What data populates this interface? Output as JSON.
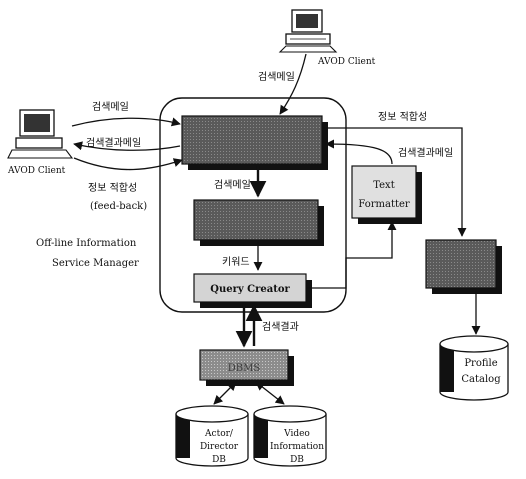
{
  "nodes": {
    "client_top": "AVOD Client",
    "client_left": "AVOD Client",
    "osm_label_line1": "Off-line Information",
    "osm_label_line2": "Service Manager",
    "text_formatter_line1": "Text",
    "text_formatter_line2": "Formatter",
    "query_creator": "Query Creator",
    "dbms": "DBMS",
    "profile_catalog_line1": "Profile",
    "profile_catalog_line2": "Catalog",
    "actor_db_line1": "Actor/",
    "actor_db_line2": "Director",
    "actor_db_line3": "DB",
    "video_db_line1": "Video",
    "video_db_line2": "Information",
    "video_db_line3": "DB"
  },
  "edges": {
    "search_mail_top": "검색메일",
    "search_mail_left": "검색메일",
    "search_result_mail_left": "검색결과메일",
    "feedback_line1": "정보 적합성",
    "feedback_line2": "(feed-back)",
    "search_mail_down": "검색메일",
    "keyword": "키워드",
    "search_result": "검색결과",
    "search_result_mail_right": "검색결과메일",
    "info_relevance_right": "정보 적합성"
  }
}
